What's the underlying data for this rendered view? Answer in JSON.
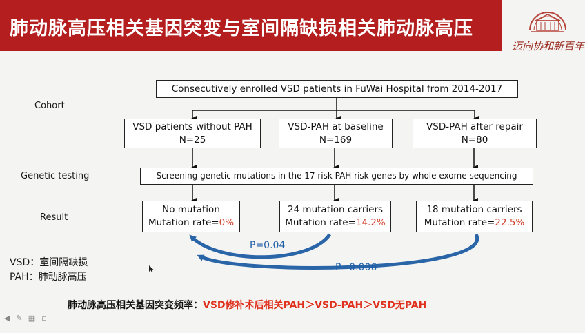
{
  "header": {
    "title": "肺动脉高压相关基因突变与室间隔缺损相关肺动脉高压",
    "motto": "迈向协和新百年"
  },
  "rows": {
    "cohort": "Cohort",
    "genetic": "Genetic testing",
    "result": "Result"
  },
  "top_box": "Consecutively enrolled VSD patients in FuWai Hospital from 2014-2017",
  "groups": [
    {
      "name": "VSD patients without PAH",
      "n": "N=25"
    },
    {
      "name": "VSD-PAH at baseline",
      "n": "N=169"
    },
    {
      "name": "VSD-PAH after repair",
      "n": "N=80"
    }
  ],
  "screening": "Screening genetic mutations in the 17 risk PAH risk genes by whole exome sequencing",
  "results": [
    {
      "title": "No mutation",
      "rate_label": "Mutation rate=",
      "rate": "0%"
    },
    {
      "title": "24 mutation carriers",
      "rate_label": "Mutation rate=",
      "rate": "14.2%"
    },
    {
      "title": "18 mutation carriers",
      "rate_label": "Mutation rate=",
      "rate": "22.5%"
    }
  ],
  "pvalues": {
    "p1": "P=0.04",
    "p2": "P=0.006"
  },
  "legend": {
    "vsd": "VSD：室间隔缺损",
    "pah": "PAH：肺动脉高压"
  },
  "conclusion": {
    "lead": "肺动脉高压相关基因突变频率：",
    "result": "VSD修补术后相关PAH＞VSD-PAH＞VSD无PAH"
  },
  "colors": {
    "header": "#b41e1e",
    "rate": "#d0402a",
    "arrow": "#1f5fa8",
    "conclusion": "#e0301e"
  }
}
